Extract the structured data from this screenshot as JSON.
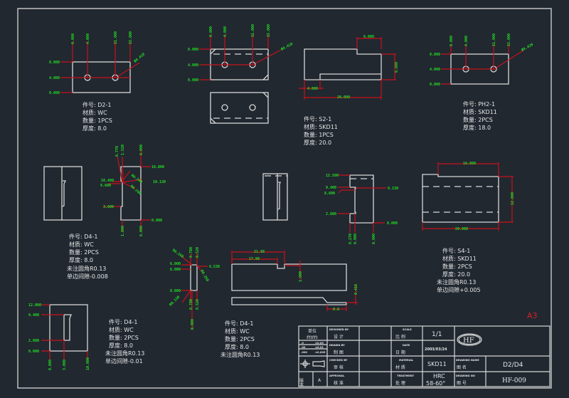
{
  "sheet": {
    "size_label": "A3",
    "colors": {
      "background": "#212830",
      "outline": "#d8d8d8",
      "dimension_line": "#c8111b",
      "dimension_text": "#22e022",
      "sheet_label": "#d8202a"
    }
  },
  "parts": {
    "d2_1": {
      "notes": [
        "件号: D2-1",
        "材质: WC",
        "数量: 1PCS",
        "厚度: 8.0"
      ],
      "dims": [
        "0.000",
        "4.000",
        "11.000",
        "15.000",
        "8.000",
        "4.000",
        "0.000",
        "Ø4.410"
      ]
    },
    "d2_1b": {
      "dims": [
        "0.000",
        "4.000",
        "11.000",
        "15.000",
        "8.000",
        "4.000",
        "0.000",
        "Ø4.410"
      ]
    },
    "s2_1": {
      "notes": [
        "件号: S2-1",
        "材质: SKD11",
        "数量: 1PCS",
        "厚度: 20.0"
      ],
      "dims": [
        "6.000",
        "6.000",
        "4.000",
        "20.000"
      ]
    },
    "ph2_1": {
      "notes": [
        "件号: PH2-1",
        "材质: SKD11",
        "数量: 2PCS",
        "厚度: 18.0"
      ],
      "dims": [
        "0.000",
        "4.000",
        "11.000",
        "15.000",
        "8.000",
        "4.000",
        "0.000",
        "Ø4.420"
      ]
    },
    "d4_1a": {
      "notes": [
        "件号: D4-1",
        "材质: WC",
        "数量: 2PCS",
        "厚度: 8.0",
        "未注圆角R0.13",
        "单边间隙-0.008"
      ],
      "dims": [
        "0.770",
        "1.520",
        "6.000",
        "16.000",
        "10.480",
        "9.600",
        "3.600",
        "0.000",
        "10.130",
        "R0.260",
        "R0.260",
        "1.000",
        "6.000"
      ]
    },
    "s4_part": {
      "dims": [
        "12.500",
        "9.400",
        "8.600",
        "2.600",
        "0.000",
        "9.130",
        "0.270",
        "0.900",
        "6.000"
      ]
    },
    "s4_1": {
      "notes": [
        "件号: S4-1",
        "材质: SKD11",
        "数量: 2PCS",
        "厚度: 20.0",
        "未注圆角R0.13",
        "单边间隙+0.005"
      ],
      "dims": [
        "16.000",
        "12.000",
        "20.000"
      ]
    },
    "d4_1b": {
      "notes": [
        "件号: D4-1",
        "材质: WC",
        "数量: 2PCS",
        "厚度: 8.0",
        "未注圆角R0.13"
      ],
      "dims": [
        "R0.260",
        "0.780",
        "0.520",
        "6.000",
        "6.000",
        "6.530",
        "R0.260",
        "0.000",
        "R0.130",
        "0.780",
        "0.520",
        "6.000",
        "21.98",
        "17.98",
        "1.000",
        "0.410",
        "0.8"
      ]
    },
    "d4_1c": {
      "notes": [
        "件号: D4-1",
        "材质: WC",
        "数量: 2PCS",
        "厚度: 8.0",
        "未注圆角R0.13",
        "单边间隙-0.01"
      ],
      "dims": [
        "12.000",
        "9.400",
        "2.000",
        "0.000",
        "0.000",
        "3.000",
        "10.000"
      ]
    }
  },
  "title_block": {
    "unit_label": "单位",
    "unit": "mm",
    "tolerances": [
      {
        "digits": ".0",
        "tol": "±0.05"
      },
      {
        "digits": ".00",
        "tol": "±0.01"
      },
      {
        "digits": ".000",
        "tol": "±0.005"
      }
    ],
    "version_label": "版本",
    "version": "A",
    "designed_by": {
      "en": "DESIGNED BY",
      "cn": "设  计"
    },
    "drawn_by": {
      "en": "DRAWN BY",
      "cn": "制  图"
    },
    "checked_by": {
      "en": "CHECKED BY",
      "cn": "审  核"
    },
    "approval": {
      "en": "APPROVAL",
      "cn": "核  准"
    },
    "scale": {
      "en": "SCALE",
      "cn": "比  例",
      "value": "1/1"
    },
    "date": {
      "en": "DATE",
      "cn": "日  期",
      "value": "2003/03/24"
    },
    "material": {
      "en": "MATERIAL",
      "cn": "材  质",
      "value": "SKD11"
    },
    "treatment": {
      "en": "TREATMENT",
      "cn": "处  理",
      "value1": "HRC",
      "value2": "58-60°"
    },
    "drawing_name": {
      "en": "DRAWING NAME",
      "cn": "图  名",
      "value": "D2/D4"
    },
    "drawing_no": {
      "en": "DRAWING NO",
      "cn": "图  号",
      "value": "HF-009"
    },
    "logo": "HF"
  }
}
